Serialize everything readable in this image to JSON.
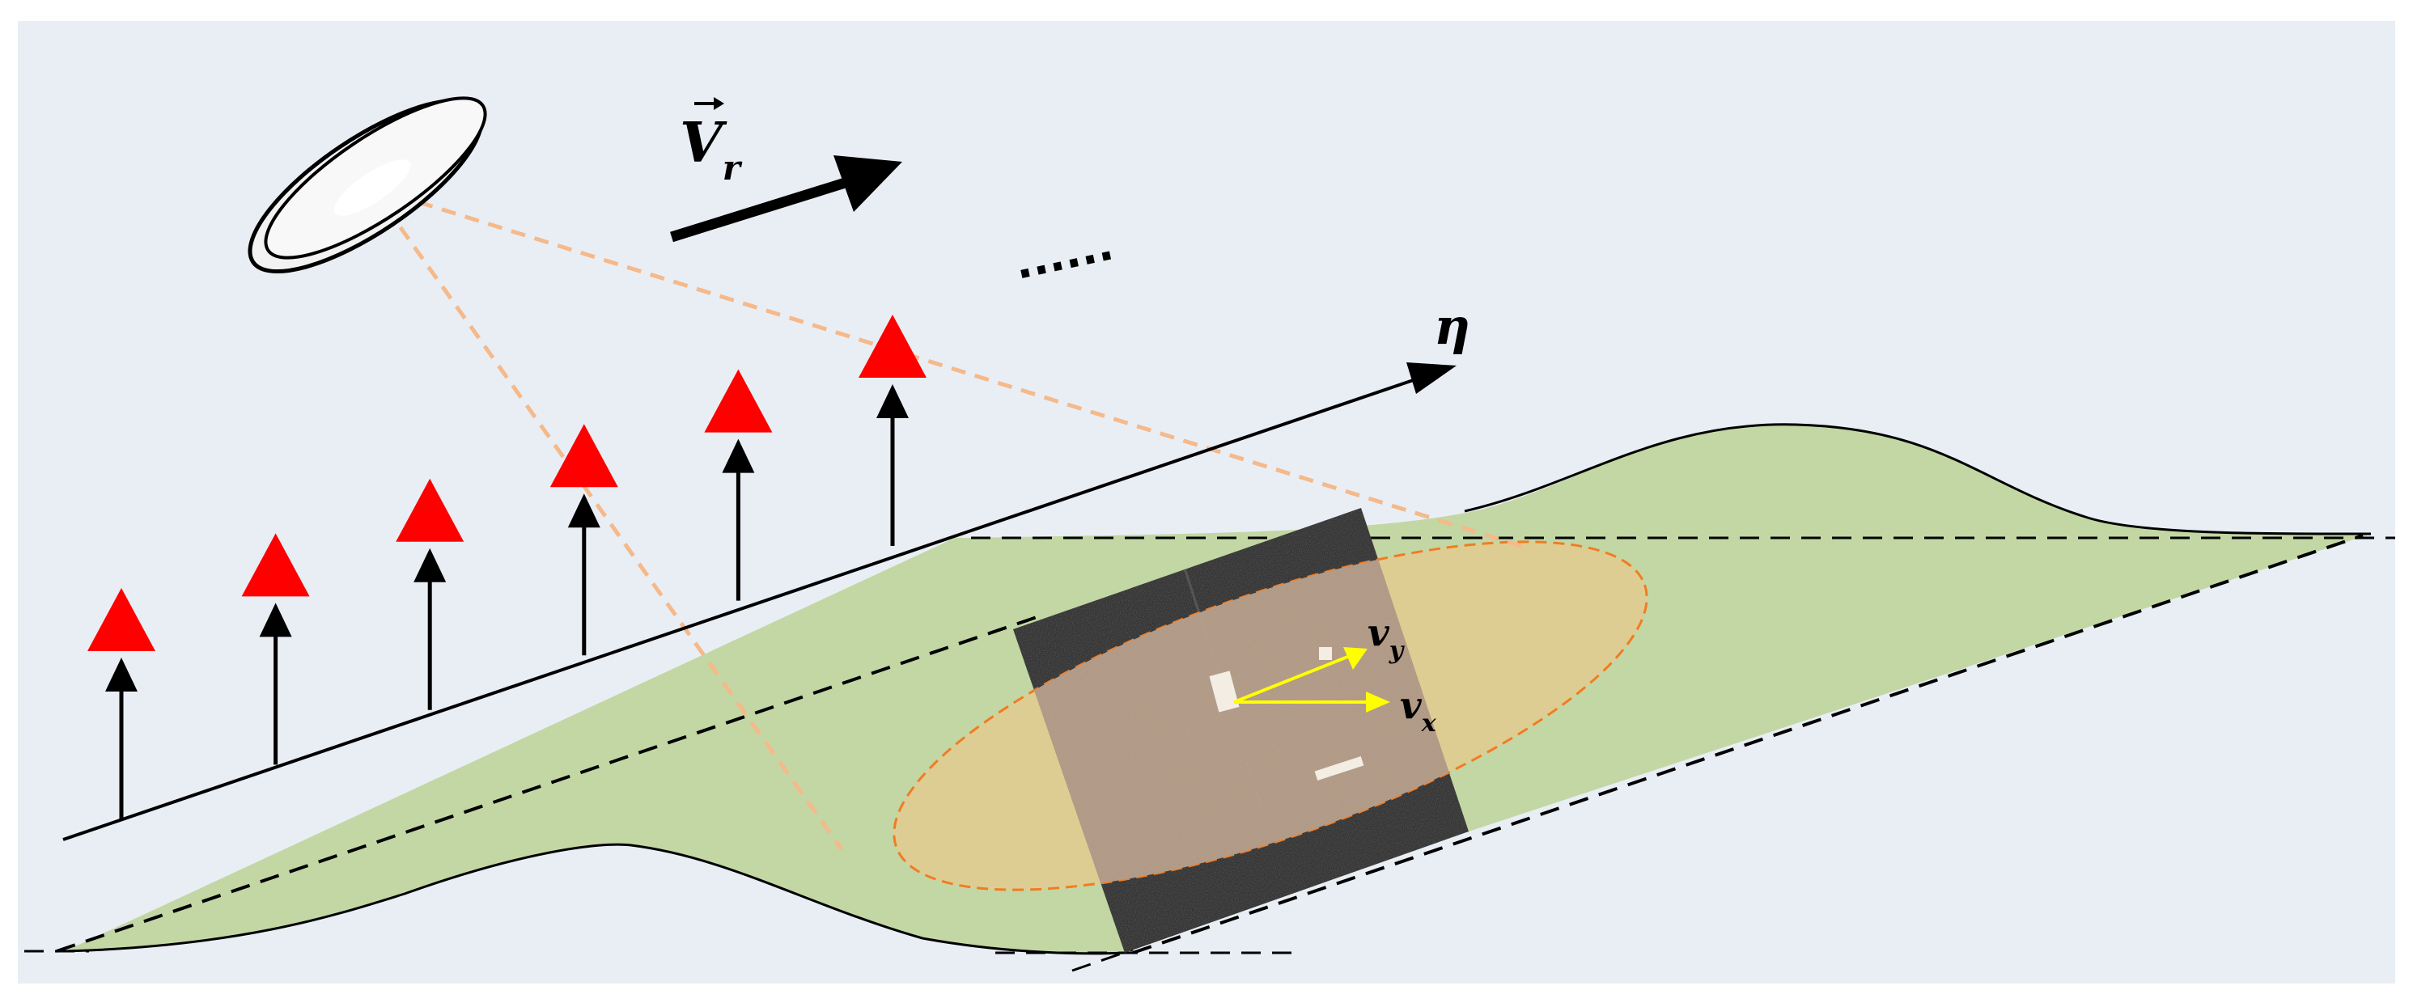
{
  "labels": {
    "velocity": "V",
    "velocity_sub": "r",
    "axis": "η",
    "vy": "v",
    "vy_sub": "y",
    "vx": "v",
    "vx_sub": "x",
    "ellipsis": "......"
  },
  "colors": {
    "background": "#e9eef5",
    "ground": "#c3d7a4",
    "marker": "#ff0000",
    "beam": "#f5b98a",
    "footprint": "#f4c483",
    "footprint_edge": "#f07c24",
    "image_strip": "#222222",
    "image_patch": "#b39a86",
    "velocity_arrows": "#ffff00",
    "ink": "#000000"
  },
  "icons": {
    "antenna": "satellite-dish-icon",
    "marker": "triangle-up-icon"
  },
  "marker_count": 6
}
